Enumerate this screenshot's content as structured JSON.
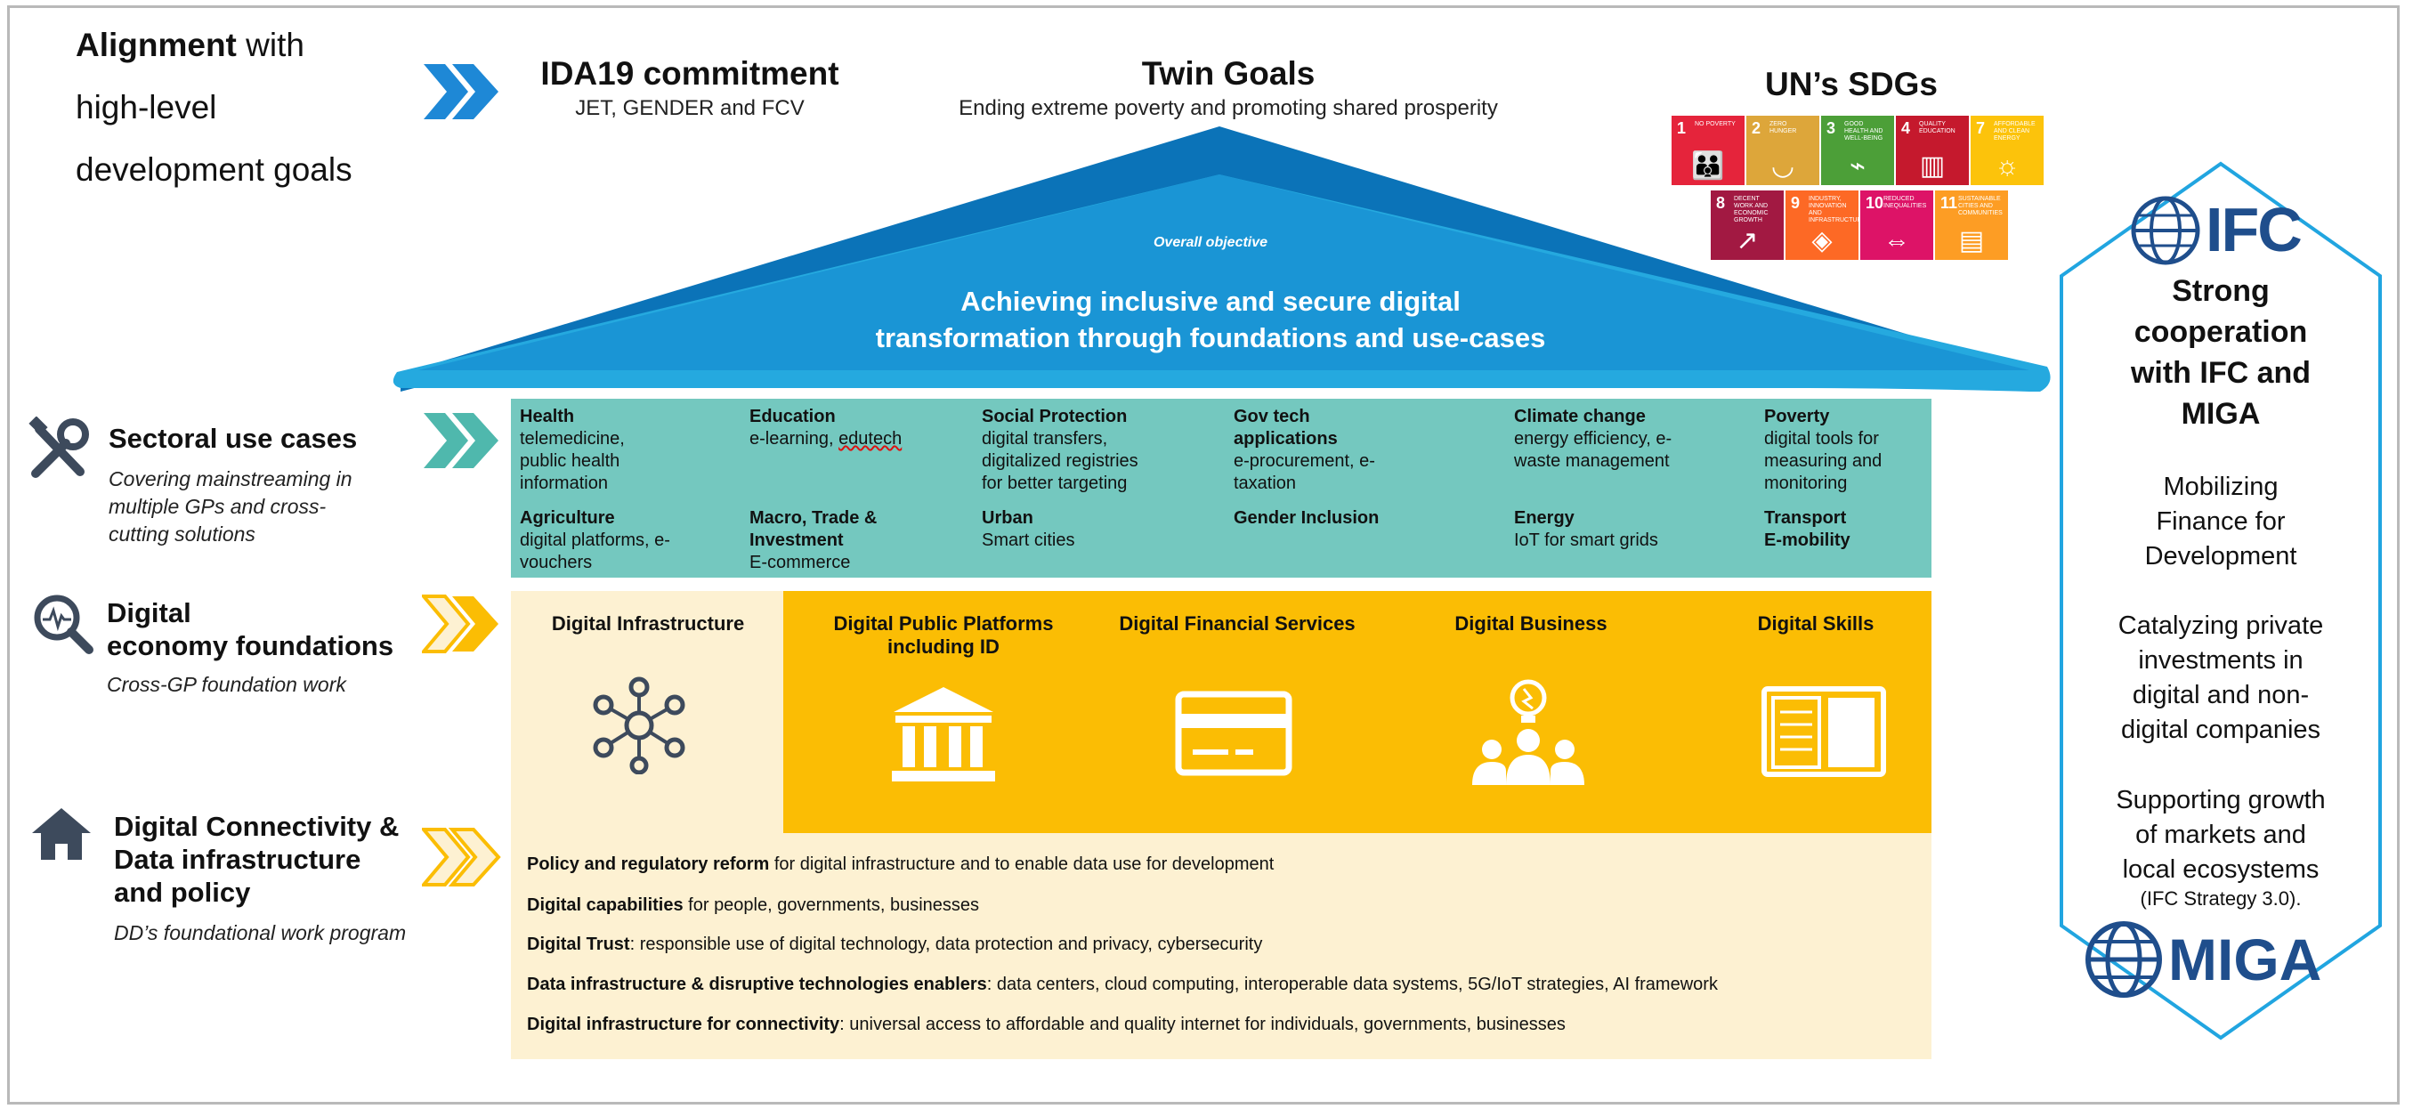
{
  "alignment": {
    "bold": "Alignment",
    "rest1": " with",
    "line2": "high-level",
    "line3": "development goals"
  },
  "ida": {
    "title": "IDA19 commitment",
    "sub": "JET, GENDER and FCV"
  },
  "twin": {
    "title": "Twin Goals",
    "sub": "Ending extreme poverty and promoting shared prosperity"
  },
  "sdgs": {
    "title": "UN’s SDGs",
    "tiles": [
      {
        "num": "1",
        "label": "No poverty",
        "color": "#e5243b",
        "icon": "people-icon"
      },
      {
        "num": "2",
        "label": "Zero hunger",
        "color": "#dda63a",
        "icon": "bowl-icon"
      },
      {
        "num": "3",
        "label": "Good health and well-being",
        "color": "#4c9f38",
        "icon": "heartbeat-icon"
      },
      {
        "num": "4",
        "label": "Quality education",
        "color": "#c5192d",
        "icon": "book-icon"
      },
      {
        "num": "7",
        "label": "Affordable and clean energy",
        "color": "#fcc30b",
        "icon": "sun-icon"
      },
      {
        "num": "8",
        "label": "Decent work and economic growth",
        "color": "#a21942",
        "icon": "growth-chart-icon"
      },
      {
        "num": "9",
        "label": "Industry, innovation and infrastructure",
        "color": "#fd6925",
        "icon": "cubes-icon"
      },
      {
        "num": "10",
        "label": "Reduced inequalities",
        "color": "#dd1367",
        "icon": "equality-icon"
      },
      {
        "num": "11",
        "label": "Sustainable cities and communities",
        "color": "#fd9d24",
        "icon": "city-icon"
      }
    ]
  },
  "roof": {
    "overall": "Overall objective",
    "line1": "Achieving inclusive and secure digital",
    "line2": "transformation through foundations and use-cases"
  },
  "sectoral": {
    "title": "Sectoral use cases",
    "sub1": "Covering mainstreaming in",
    "sub2": "multiple GPs and cross-",
    "sub3": "cutting solutions"
  },
  "foundations": {
    "title1": "Digital",
    "title2": "economy foundations",
    "sub": "Cross-GP foundation work"
  },
  "connectivity": {
    "title1": "Digital Connectivity &",
    "title2": "Data infrastructure",
    "title3": "and policy",
    "sub": "DD’s foundational work program"
  },
  "use_cases": [
    {
      "title": "Health",
      "desc": [
        "telemedicine,",
        "public health",
        "information"
      ]
    },
    {
      "title": "Education",
      "desc": [
        "e-learning, "
      ],
      "squig": "edutech"
    },
    {
      "title": "Social Protection",
      "desc": [
        "digital transfers,",
        "digitalized registries",
        "for better targeting"
      ]
    },
    {
      "title": "Gov tech",
      "title2": "applications",
      "desc": [
        "e-procurement, e-",
        "taxation"
      ]
    },
    {
      "title": "Climate change",
      "desc": [
        "energy efficiency, e-",
        "waste management"
      ]
    },
    {
      "title": "Poverty",
      "desc": [
        "digital tools for",
        "measuring and",
        "monitoring"
      ]
    },
    {
      "title": "Agriculture",
      "desc": [
        "digital platforms, e-",
        "vouchers"
      ]
    },
    {
      "title": "Macro, Trade &",
      "title2": "Investment",
      "desc": [
        "E-commerce"
      ]
    },
    {
      "title": "Urban",
      "desc": [
        "Smart cities"
      ]
    },
    {
      "title": "Gender Inclusion",
      "desc": []
    },
    {
      "title": "Energy",
      "desc": [
        "IoT for smart grids"
      ]
    },
    {
      "title": "Transport",
      "title2": "E-mobility",
      "desc": []
    }
  ],
  "pillars": [
    {
      "line1": "Digital Infrastructure",
      "line2": "",
      "icon": "network-nodes-icon"
    },
    {
      "line1": "Digital Public Platforms",
      "line2": "including ID",
      "icon": "government-building-icon"
    },
    {
      "line1": "Digital Financial Services",
      "line2": "",
      "icon": "credit-card-icon"
    },
    {
      "line1": "Digital Business",
      "line2": "",
      "icon": "team-idea-icon"
    },
    {
      "line1": "Digital Skills",
      "line2": "",
      "icon": "open-book-icon"
    }
  ],
  "bullets": [
    {
      "bold": "Policy and regulatory reform",
      "rest": " for digital infrastructure and to enable data use for development"
    },
    {
      "bold": "Digital capabilities",
      "rest": " for people, governments, businesses"
    },
    {
      "bold": "Digital Trust",
      "rest": ": responsible use of digital technology, data protection and privacy, cybersecurity"
    },
    {
      "bold": "Data infrastructure & disruptive technologies enablers",
      "rest": ": data centers, cloud computing, interoperable data systems,  5G/IoT strategies, AI framework"
    },
    {
      "bold": "Digital infrastructure for connectivity",
      "rest": ": universal access to affordable and quality internet for individuals, governments, businesses"
    }
  ],
  "hex": {
    "ifc_logo": "IFC",
    "strong": [
      "Strong",
      "cooperation",
      "with IFC and",
      "MIGA"
    ],
    "p1": [
      "Mobilizing",
      "Finance for",
      "Development"
    ],
    "p2": [
      "Catalyzing private",
      "investments in",
      "digital and non-",
      "digital companies"
    ],
    "p3": [
      "Supporting growth",
      "of markets and",
      "local ecosystems"
    ],
    "p3_small": "(IFC Strategy 3.0).",
    "miga_logo": "MIGA"
  },
  "colors": {
    "roof_light": "#25a9df",
    "roof_dark": "#0b73b8",
    "teal": "#74c8bf",
    "gold": "#fbbd04",
    "cream": "#fdf1d2",
    "chevron_blue": "#1e88d6",
    "chevron_teal": "#4fb8ad",
    "chevron_gold": "#fbbd04",
    "icon_gray": "#4a5568"
  }
}
